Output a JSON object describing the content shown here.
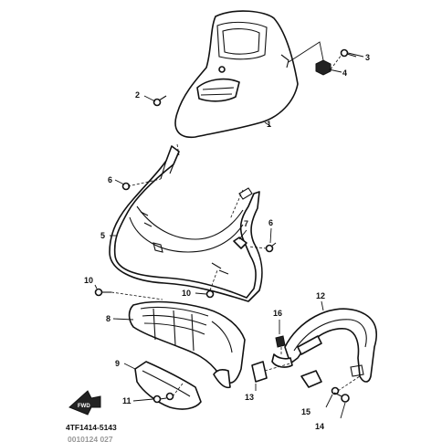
{
  "diagram": {
    "part_code": "4TF1414-5143",
    "footer_code": "0010124 027",
    "fwd_label": "FWD",
    "callouts": {
      "c1": "1",
      "c2": "2",
      "c3": "3",
      "c4": "4",
      "c5": "5",
      "c6a": "6",
      "c6b": "6",
      "c7": "7",
      "c8": "8",
      "c9": "9",
      "c10a": "10",
      "c10b": "10",
      "c11": "11",
      "c12": "12",
      "c13": "13",
      "c14": "14",
      "c15": "15",
      "c16": "16"
    }
  }
}
